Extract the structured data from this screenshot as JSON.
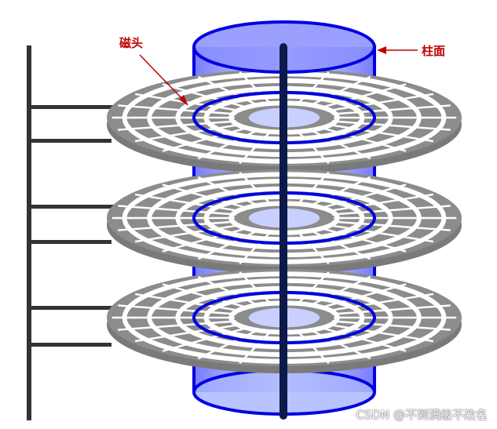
{
  "labels": {
    "head": "磁头",
    "cylinder": "柱面"
  },
  "watermark": "CSDN @不到满级不改名",
  "colors": {
    "platter": "#8c8c8c",
    "cylinder_fill": "#6f74ff",
    "cylinder_edge": "#0000e0",
    "spindle": "#0a1a4a",
    "arm": "#333333",
    "label": "#c00000"
  },
  "platters": [
    "platter-top",
    "platter-middle",
    "platter-bottom"
  ]
}
